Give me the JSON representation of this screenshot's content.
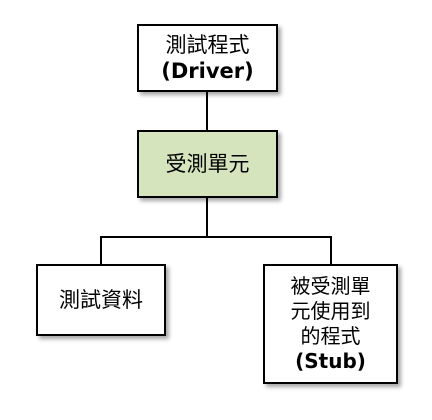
{
  "diagram": {
    "driver": {
      "line1": "測試程式",
      "line2": "(Driver)"
    },
    "unit_under_test": {
      "line1": "受測單元"
    },
    "test_data": {
      "line1": "測試資料"
    },
    "stub": {
      "line1": "被受測單",
      "line2": "元使用到",
      "line3": "的程式",
      "line4": "(Stub)"
    }
  },
  "colors": {
    "unit_fill": "#d6e4bd",
    "border": "#000000",
    "connector": "#000000"
  }
}
